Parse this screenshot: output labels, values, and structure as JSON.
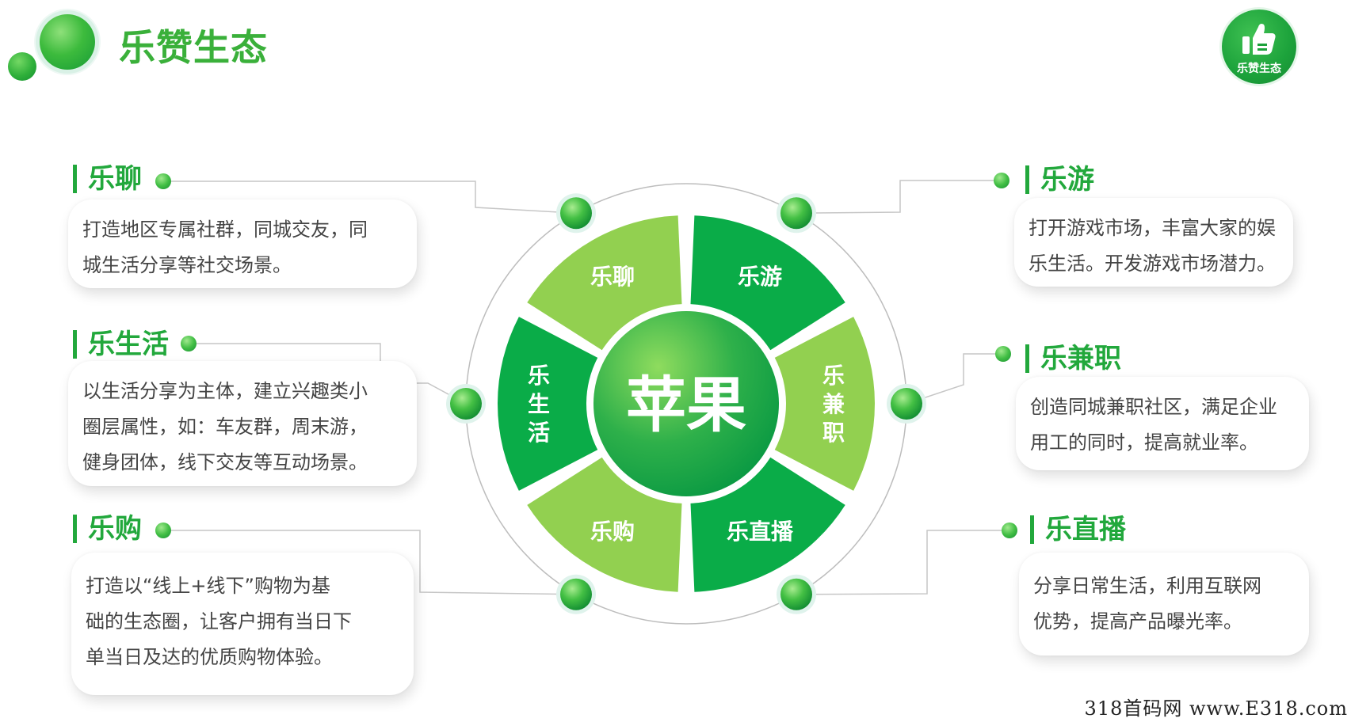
{
  "header": {
    "title": "乐赞生态"
  },
  "logo": {
    "text": "乐赞生态"
  },
  "diagram": {
    "center": "苹果",
    "segments": [
      "乐游",
      "乐兼职",
      "乐直播",
      "乐购",
      "乐生活",
      "乐聊"
    ]
  },
  "blocks": {
    "lechat": {
      "title": "乐聊",
      "lines": [
        "打造地区专属社群，同城交友，同",
        "城生活分享等社交场景。"
      ]
    },
    "lelife": {
      "title": "乐生活",
      "lines": [
        "以生活分享为主体，建立兴趣类小",
        "圈层属性，如：车友群，周末游，",
        "健身团体，线下交友等互动场景。"
      ]
    },
    "leshop": {
      "title": "乐购",
      "lines": [
        "打造以“线上+线下”购物为基",
        "础的生态圈，让客户拥有当日下",
        "单当日及达的优质购物体验。"
      ]
    },
    "legame": {
      "title": "乐游",
      "lines": [
        "打开游戏市场，丰富大家的娱",
        "乐生活。开发游戏市场潜力。"
      ]
    },
    "lejob": {
      "title": "乐兼职",
      "lines": [
        "创造同城兼职社区，满足企业",
        "用工的同时，提高就业率。"
      ]
    },
    "lelive": {
      "title": "乐直播",
      "lines": [
        "分享日常生活，利用互联网",
        "优势，提高产品曝光率。"
      ]
    }
  },
  "colors": {
    "dark_green": "#0aac48",
    "light_green": "#92d050",
    "title_green": "#22a83c",
    "line_gray": "#c6c6c6"
  },
  "watermark": "318首码网 www.E318.com"
}
